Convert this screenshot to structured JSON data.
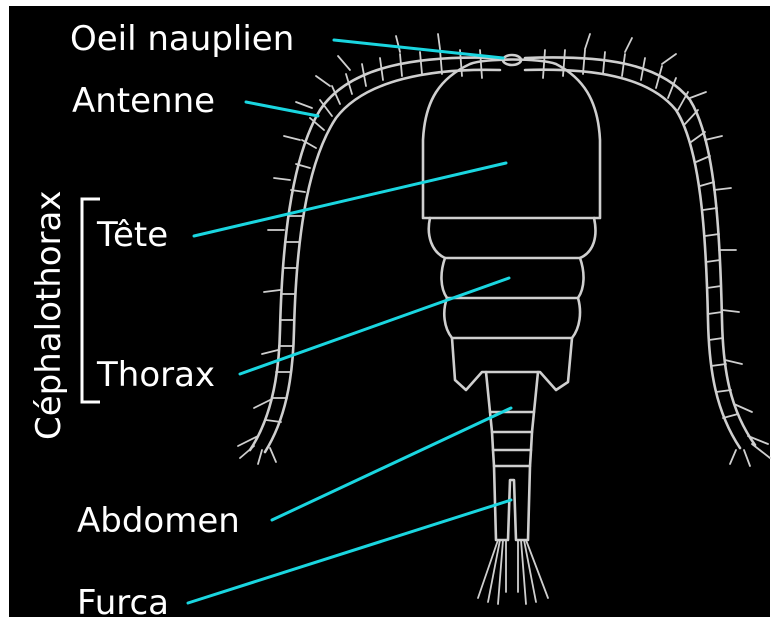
{
  "labels": {
    "oeil": "Oeil nauplien",
    "antenne": "Antenne",
    "tete": "Tête",
    "thorax": "Thorax",
    "abdomen": "Abdomen",
    "furca": "Furca",
    "cephalothorax": "Céphalothorax"
  },
  "colors": {
    "background": "#000000",
    "frame": "#ffffff",
    "leader_lines": "#1ad6e0",
    "organism_outline": "#cfcfcf",
    "label_text": "#ffffff"
  }
}
